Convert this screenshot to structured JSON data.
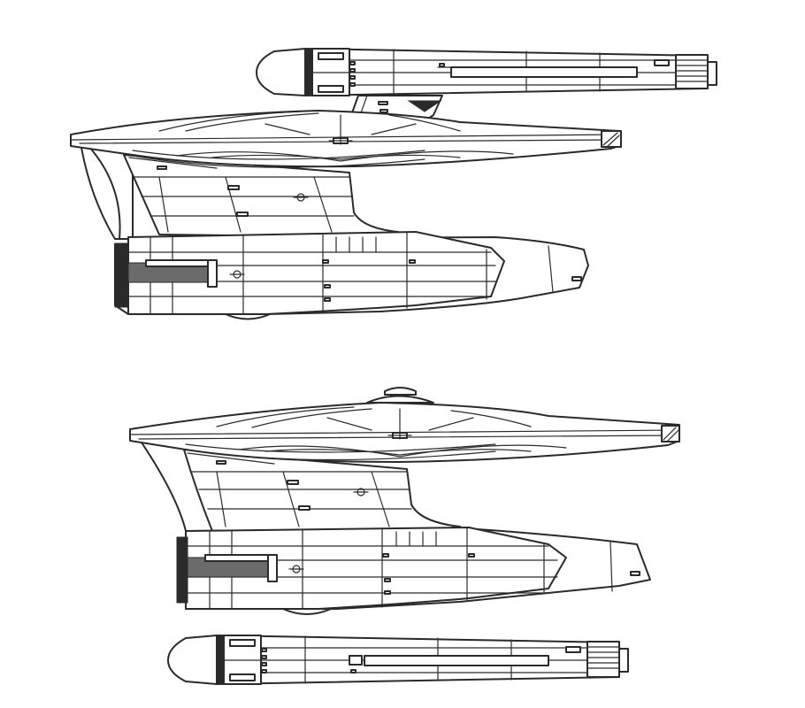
{
  "diagram": {
    "views": [
      {
        "id": "side-view-upper",
        "kind": "side elevation"
      },
      {
        "id": "side-view-lower",
        "kind": "side elevation (alt)"
      },
      {
        "id": "nacelle-view-top",
        "kind": "warp nacelle"
      },
      {
        "id": "nacelle-view-bottom",
        "kind": "warp nacelle"
      }
    ],
    "colors": {
      "line": "#2a2a2a",
      "fill": "#ffffff",
      "accent": "#6b6b6b"
    }
  }
}
